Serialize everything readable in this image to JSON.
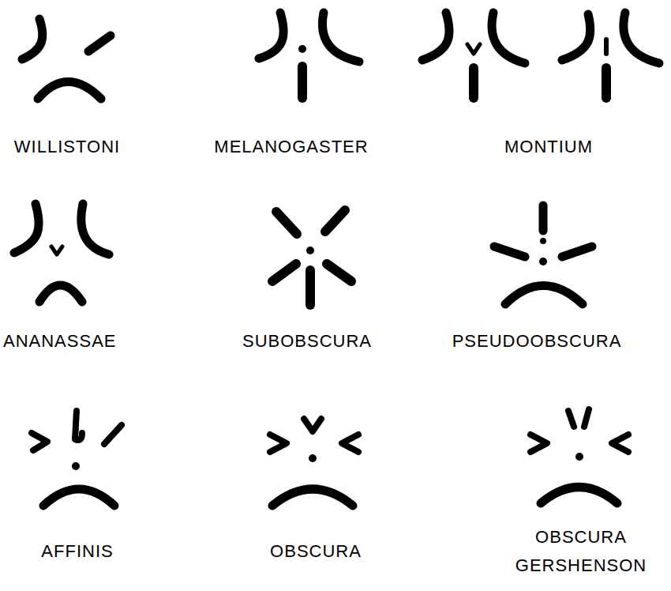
{
  "diagram": {
    "labels": [
      "WILLISTONI",
      "MELANOGASTER",
      "MONTIUM",
      "ANANASSAE",
      "SUBOBSCURA",
      "PSEUDOOBSCURA",
      "AFFINIS",
      "OBSCURA",
      "OBSCURA GERSHENSON"
    ]
  }
}
